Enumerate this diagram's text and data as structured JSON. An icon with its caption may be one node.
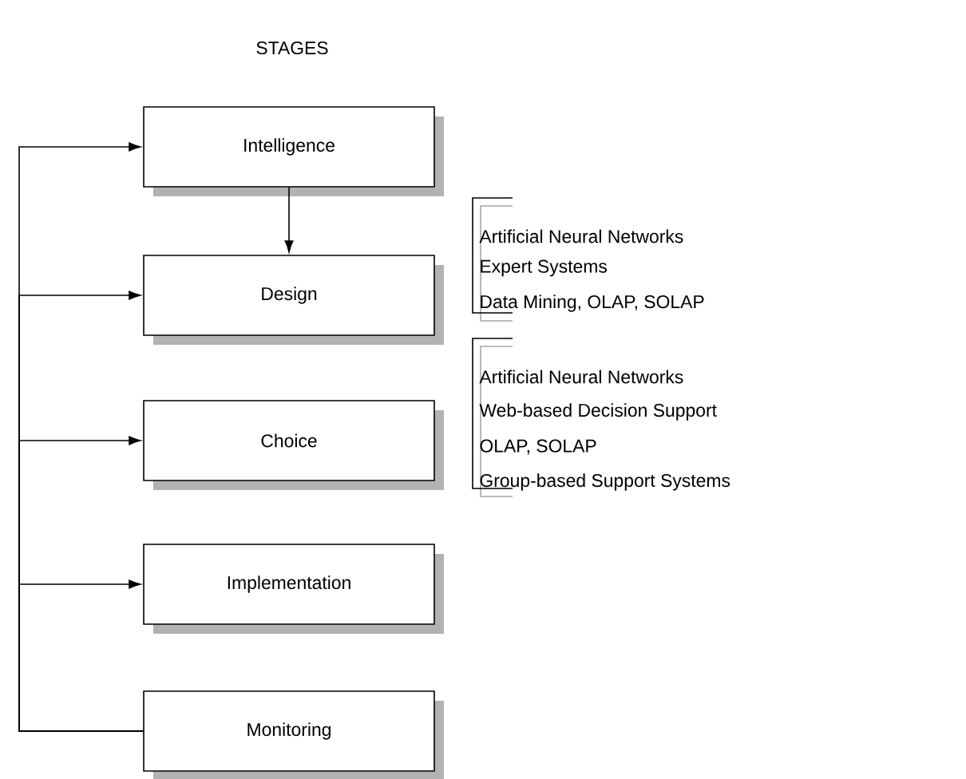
{
  "diagram": {
    "title": "STAGES",
    "nodes": [
      {
        "text": [
          "Intelligence"
        ]
      },
      {
        "text": [
          "Design"
        ]
      },
      {
        "text": [
          "Choice"
        ]
      },
      {
        "text": [
          "Implementation"
        ]
      },
      {
        "text": [
          "Monitoring"
        ]
      }
    ],
    "edges": [
      {
        "from": 0,
        "to": 1,
        "arrow": "to"
      },
      {
        "from": 4,
        "to": 0,
        "arrow": "to"
      },
      {
        "from": 4,
        "to": 1,
        "arrow": "to"
      },
      {
        "from": 4,
        "to": 2,
        "arrow": "to"
      },
      {
        "from": 4,
        "to": 3,
        "arrow": "to"
      }
    ],
    "labels": [
      "Artificial Neural Networks",
      "Expert Systems",
      "Data Mining, OLAP, SOLAP",
      "Artificial Neural Networks",
      "Web-based Decision Support",
      "OLAP, SOLAP",
      "Group-based Support Systems"
    ]
  }
}
